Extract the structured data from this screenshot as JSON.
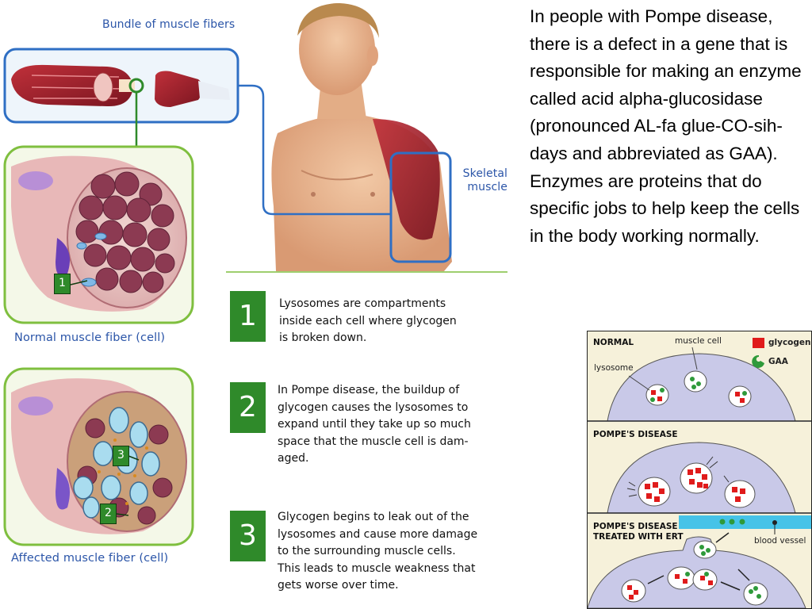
{
  "diagram": {
    "bundle_label": "Bundle of muscle fibers",
    "skeletal_label_line1": "Skeletal",
    "skeletal_label_line2": "muscle",
    "normal_caption": "Normal muscle fiber (cell)",
    "affected_caption": "Affected muscle fiber (cell)",
    "markers": [
      "1",
      "3",
      "2"
    ],
    "steps": [
      {
        "number": "1",
        "text": "Lysosomes  are compartments\ninside each cell where glycogen\nis broken down."
      },
      {
        "number": "2",
        "text": "In Pompe disease, the buildup of\nglycogen  causes the lysosomes to\nexpand until they take up so much\nspace that the muscle cell is dam-\naged."
      },
      {
        "number": "3",
        "text": "Glycogen begins to leak out of the\nlysosomes and cause more damage\nto the surrounding muscle cells.\nThis leads to muscle weakness that\ngets worse over time."
      }
    ]
  },
  "paragraph": "In people with Pompe disease, there is a defect in a gene that is responsible for making an enzyme called acid alpha-glucosidase (pronounced AL-fa glue-CO-sih-days and abbreviated as GAA). Enzymes are proteins that do specific jobs to help keep the cells in the body working normally.",
  "panels": {
    "normal_title": "NORMAL",
    "muscle_cell_label": "muscle cell",
    "lysosome_label": "lysosome",
    "legend_glycogen": "glycogen",
    "legend_gaa": "GAA",
    "pompe_title": "POMPE'S DISEASE",
    "ert_title_line1": "POMPE'S DISEASE",
    "ert_title_line2": "TREATED WITH ERT",
    "blood_vessel_label": "blood vessel"
  },
  "colors": {
    "label_blue": "#2b55a8",
    "step_green": "#2f8a2a",
    "frame_blue": "#2f6fc4",
    "frame_green": "#7fbf3f",
    "cell_lavender": "#c9c9e8",
    "glycogen_red": "#e01b1b",
    "gaa_green": "#2e9a3a",
    "vessel_blue": "#46c3e8"
  }
}
